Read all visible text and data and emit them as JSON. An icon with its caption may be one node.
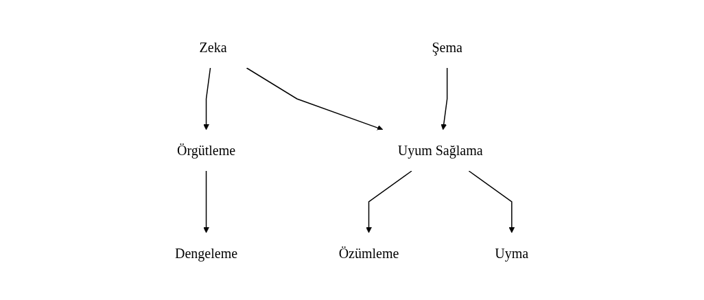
{
  "diagram": {
    "nodes": [
      {
        "text": [
          "Zeka"
        ]
      },
      {
        "text": [
          "Şema"
        ]
      },
      {
        "text": [
          "Örgütleme"
        ]
      },
      {
        "text": [
          "Uyum Sağlama"
        ]
      },
      {
        "text": [
          "Dengeleme"
        ]
      },
      {
        "text": [
          "Özümleme"
        ]
      },
      {
        "text": [
          "Uyma"
        ]
      }
    ],
    "edges": [
      {
        "from": 0,
        "to": 2,
        "arrow": "to"
      },
      {
        "from": 0,
        "to": 3,
        "arrow": "to"
      },
      {
        "from": 1,
        "to": 3,
        "arrow": "to"
      },
      {
        "from": 2,
        "to": 4,
        "arrow": "to"
      },
      {
        "from": 3,
        "to": 5,
        "arrow": "to"
      },
      {
        "from": 3,
        "to": 6,
        "arrow": "to"
      }
    ]
  }
}
